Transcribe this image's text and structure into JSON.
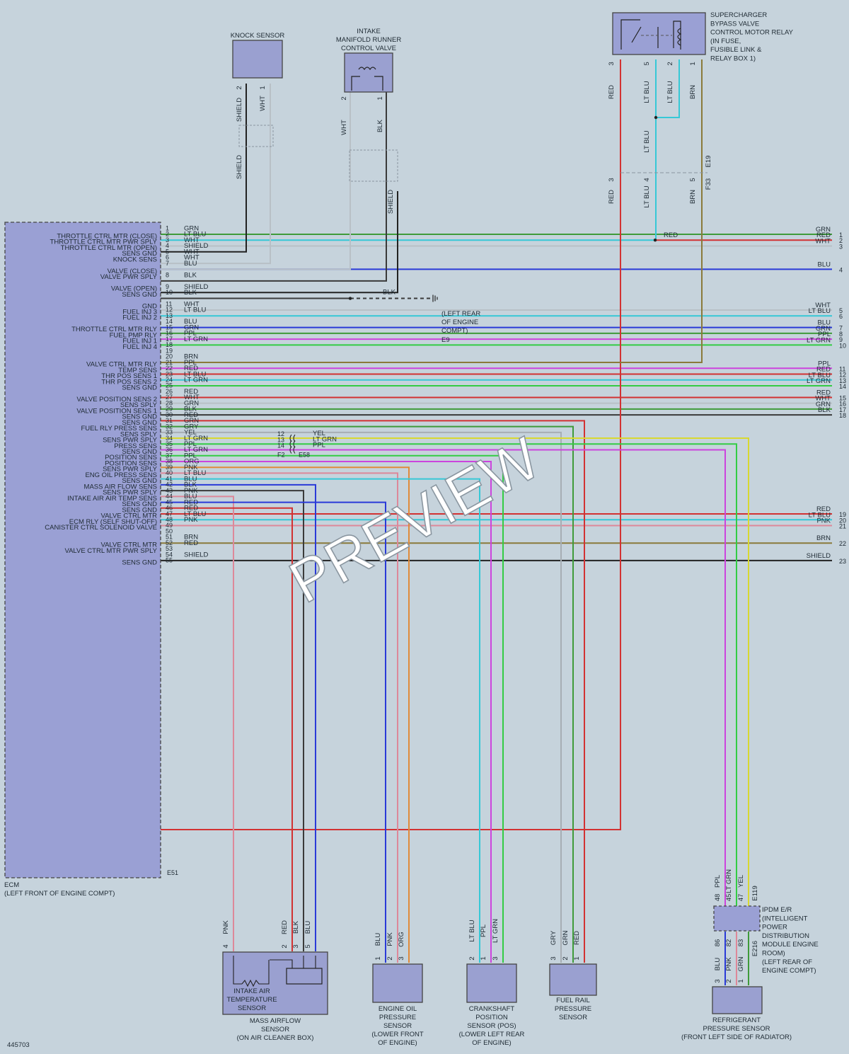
{
  "colors": {
    "GRN": "#3f9b3a",
    "LT BLU": "#36c8d6",
    "WHT": "#b8c0c6",
    "SHIELD": "#222222",
    "BLU": "#2a3ad8",
    "BLK": "#3a3a3a",
    "LT GRN": "#33cc44",
    "PPL": "#cc44dd",
    "BRN": "#8a7a3a",
    "RED": "#d23232",
    "GRY": "#a7aeb4",
    "YEL": "#d8d830",
    "ORG": "#e08a3a",
    "PNK": "#dd8899"
  },
  "ecm": {
    "name": "ECM",
    "location": "(LEFT FRONT OF ENGINE COMPT)",
    "connector": "E51",
    "pins": [
      {
        "n": "1",
        "wire": "GRN",
        "sig": "THROTTLE CTRL MTR (CLOSE)"
      },
      {
        "n": "2",
        "wire": "LT BLU",
        "sig": "THROTTLE CTRL MTR PWR SPLY"
      },
      {
        "n": "3",
        "wire": "WHT",
        "sig": "THROTTLE CTRL MTR (OPEN)"
      },
      {
        "n": "4",
        "wire": "SHIELD",
        "sig": "SENS GND"
      },
      {
        "n": "5",
        "wire": "WHT",
        "sig": "KNOCK SENS"
      },
      {
        "n": "6",
        "wire": "WHT",
        "sig": ""
      },
      {
        "n": "7",
        "wire": "BLU",
        "sig": "VALVE (CLOSE)"
      },
      {
        "n": "",
        "wire": "",
        "sig": "VALVE PWR SPLY"
      },
      {
        "n": "8",
        "wire": "BLK",
        "sig": ""
      },
      {
        "n": "",
        "wire": "",
        "sig": "VALVE (OPEN)"
      },
      {
        "n": "9",
        "wire": "SHIELD",
        "sig": "SENS GND"
      },
      {
        "n": "10",
        "wire": "BLK",
        "sig": ""
      },
      {
        "n": "",
        "wire": "",
        "sig": "GND"
      },
      {
        "n": "11",
        "wire": "WHT",
        "sig": "FUEL INJ 3"
      },
      {
        "n": "12",
        "wire": "LT BLU",
        "sig": "FUEL INJ 2"
      },
      {
        "n": "13",
        "wire": "",
        "sig": ""
      },
      {
        "n": "14",
        "wire": "BLU",
        "sig": "THROTTLE CTRL MTR RLY"
      },
      {
        "n": "15",
        "wire": "GRN",
        "sig": "FUEL PMP RLY"
      },
      {
        "n": "16",
        "wire": "PPL",
        "sig": "FUEL INJ 1"
      },
      {
        "n": "17",
        "wire": "LT GRN",
        "sig": "FUEL INJ 4"
      },
      {
        "n": "18",
        "wire": "",
        "sig": ""
      },
      {
        "n": "19",
        "wire": "",
        "sig": ""
      },
      {
        "n": "20",
        "wire": "BRN",
        "sig": "VALVE CTRL MTR RLY"
      },
      {
        "n": "21",
        "wire": "PPL",
        "sig": "TEMP SENS"
      },
      {
        "n": "22",
        "wire": "RED",
        "sig": "THR POS SENS 1"
      },
      {
        "n": "23",
        "wire": "LT BLU",
        "sig": "THR POS SENS 2"
      },
      {
        "n": "24",
        "wire": "LT GRN",
        "sig": "SENS GND"
      },
      {
        "n": "25",
        "wire": "",
        "sig": ""
      },
      {
        "n": "26",
        "wire": "RED",
        "sig": "VALVE POSITION SENS 2"
      },
      {
        "n": "27",
        "wire": "WHT",
        "sig": "SENS SPLY"
      },
      {
        "n": "28",
        "wire": "GRN",
        "sig": "VALVE POSITION SENS 1"
      },
      {
        "n": "29",
        "wire": "BLK",
        "sig": "SENS GND"
      },
      {
        "n": "30",
        "wire": "RED",
        "sig": "SENS GND"
      },
      {
        "n": "31",
        "wire": "GRN",
        "sig": "FUEL RLY PRESS SENS"
      },
      {
        "n": "32",
        "wire": "GRY",
        "sig": "SENS SPLY"
      },
      {
        "n": "33",
        "wire": "YEL",
        "sig": "SENS PWR SPLY"
      },
      {
        "n": "34",
        "wire": "LT GRN",
        "sig": "PRESS SENS"
      },
      {
        "n": "35",
        "wire": "PPL",
        "sig": "SENS GND"
      },
      {
        "n": "36",
        "wire": "LT GRN",
        "sig": "POSITION SENS"
      },
      {
        "n": "37",
        "wire": "PPL",
        "sig": "POSITION SENS"
      },
      {
        "n": "38",
        "wire": "ORG",
        "sig": "SENS PWR SPLY"
      },
      {
        "n": "39",
        "wire": "PNK",
        "sig": "ENG OIL PRESS SENS"
      },
      {
        "n": "40",
        "wire": "LT BLU",
        "sig": "SENS GND"
      },
      {
        "n": "41",
        "wire": "BLU",
        "sig": "MASS AIR FLOW SENS"
      },
      {
        "n": "42",
        "wire": "BLK",
        "sig": "SENS PWR SPLY"
      },
      {
        "n": "43",
        "wire": "PNK",
        "sig": "INTAKE AIR AIR TEMP SENS"
      },
      {
        "n": "44",
        "wire": "BLU",
        "sig": "SENS GND"
      },
      {
        "n": "45",
        "wire": "RED",
        "sig": "SENS GND"
      },
      {
        "n": "46",
        "wire": "RED",
        "sig": "VALVE CTRL MTR"
      },
      {
        "n": "47",
        "wire": "LT BLU",
        "sig": "ECM RLY (SELF SHUT-OFF)"
      },
      {
        "n": "48",
        "wire": "PNK",
        "sig": "CANISTER CTRL SOLENOID VALVE"
      },
      {
        "n": "49",
        "wire": "",
        "sig": ""
      },
      {
        "n": "50",
        "wire": "",
        "sig": ""
      },
      {
        "n": "51",
        "wire": "BRN",
        "sig": "VALVE CTRL MTR"
      },
      {
        "n": "52",
        "wire": "RED",
        "sig": "VALVE CTRL MTR PWR SPLY"
      },
      {
        "n": "53",
        "wire": "",
        "sig": ""
      },
      {
        "n": "54",
        "wire": "SHIELD",
        "sig": "SENS GND"
      },
      {
        "n": "55",
        "wire": "",
        "sig": ""
      }
    ]
  },
  "right_pins": [
    {
      "n": "1",
      "color": "GRN",
      "from": "1"
    },
    {
      "n": "2",
      "color": "RED",
      "from": "2"
    },
    {
      "n": "3",
      "color": "WHT",
      "from": "3"
    },
    {
      "n": "4",
      "color": "BLU",
      "from": "7"
    },
    {
      "n": "5",
      "color": "WHT",
      "from": "11"
    },
    {
      "n": "6",
      "color": "LT BLU",
      "from": "12"
    },
    {
      "n": "7",
      "color": "BLU",
      "from": "14"
    },
    {
      "n": "8",
      "color": "GRN",
      "from": "15"
    },
    {
      "n": "9",
      "color": "PPL",
      "from": "16"
    },
    {
      "n": "10",
      "color": "LT GRN",
      "from": "17"
    },
    {
      "n": "11",
      "color": "PPL",
      "from": "21"
    },
    {
      "n": "12",
      "color": "RED",
      "from": "22"
    },
    {
      "n": "13",
      "color": "LT BLU",
      "from": "23"
    },
    {
      "n": "14",
      "color": "LT GRN",
      "from": "24"
    },
    {
      "n": "15",
      "color": "RED",
      "from": "26"
    },
    {
      "n": "16",
      "color": "WHT",
      "from": "27"
    },
    {
      "n": "17",
      "color": "GRN",
      "from": "28"
    },
    {
      "n": "18",
      "color": "BLK",
      "from": "29"
    },
    {
      "n": "19",
      "color": "RED",
      "from": "46"
    },
    {
      "n": "20",
      "color": "LT BLU",
      "from": "47"
    },
    {
      "n": "21",
      "color": "PNK",
      "from": "48"
    },
    {
      "n": "22",
      "color": "BRN",
      "from": "51"
    },
    {
      "n": "23",
      "color": "SHIELD",
      "from": "54"
    }
  ],
  "labels": {
    "knock_sensor": "KNOCK SENSOR",
    "intake_valve": [
      "INTAKE",
      "MANIFOLD RUNNER",
      "CONTROL VALVE"
    ],
    "supercharger_relay": [
      "SUPERCHARGER",
      "BYPASS VALVE",
      "CONTROL MOTOR RELAY",
      "(IN FUSE,",
      "FUSIBLE LINK &",
      "RELAY BOX 1)"
    ],
    "ground": [
      "(LEFT REAR",
      "OF ENGINE",
      "COMPT)"
    ],
    "ground_id": "E9",
    "ground_wire": "BLK",
    "relay_connectors": [
      "E19",
      "F33"
    ],
    "red_junction": "RED",
    "inline_connectors": [
      "F2",
      "E58"
    ],
    "inline_pins": [
      {
        "n": "12",
        "wire": "YEL"
      },
      {
        "n": "13",
        "wire": "LT GRN"
      },
      {
        "n": "14",
        "wire": "PPL"
      }
    ],
    "maf_inner": [
      "INTAKE AIR",
      "TEMPERATURE",
      "SENSOR"
    ],
    "maf": [
      "MASS AIRFLOW",
      "SENSOR",
      "(ON AIR CLEANER BOX)"
    ],
    "oil": [
      "ENGINE OIL",
      "PRESSURE",
      "SENSOR",
      "(LOWER FRONT",
      "OF ENGINE)"
    ],
    "crank": [
      "CRANKSHAFT",
      "POSITION",
      "SENSOR (POS)",
      "(LOWER LEFT REAR",
      "OF ENGINE)"
    ],
    "fuel": [
      "FUEL RAIL",
      "PRESSURE",
      "SENSOR"
    ],
    "ipdm": [
      "IPDM E/R",
      "(INTELLIGENT",
      "POWER",
      "DISTRIBUTION",
      "MODULE ENGINE",
      "ROOM)",
      "(LEFT REAR OF",
      "ENGINE COMPT)"
    ],
    "ipdm_connectors": [
      "E119",
      "E216"
    ],
    "refrig": [
      "REFRIGERANT",
      "PRESSURE SENSOR",
      "(FRONT LEFT SIDE OF RADIATOR)"
    ],
    "figure_id": "445703",
    "watermark": "PREVIEW"
  },
  "vertical_wire_labels": {
    "knock": [
      {
        "n": "2",
        "wire": "SHIELD"
      },
      {
        "n": "1",
        "wire": "WHT"
      },
      {
        "n": "",
        "wire": "SHIELD"
      }
    ],
    "intake": [
      {
        "n": "2",
        "wire": "WHT"
      },
      {
        "n": "1",
        "wire": "BLK"
      },
      {
        "n": "",
        "wire": "SHIELD"
      }
    ],
    "relay_top": [
      {
        "n": "3",
        "wire": "RED"
      },
      {
        "n": "5",
        "wire": "LT BLU"
      },
      {
        "n": "2",
        "wire": "LT BLU"
      },
      {
        "n": "1",
        "wire": "BRN"
      }
    ],
    "relay_mid": [
      {
        "n": "",
        "wire": "LT BLU"
      }
    ],
    "relay_bottom": [
      {
        "n": "3",
        "wire": "RED"
      },
      {
        "n": "4",
        "wire": "LT BLU"
      },
      {
        "n": "5",
        "wire": "BRN"
      }
    ],
    "maf": [
      {
        "n": "4",
        "wire": "PNK"
      },
      {
        "n": "2",
        "wire": "RED"
      },
      {
        "n": "3",
        "wire": "BLK"
      },
      {
        "n": "5",
        "wire": "BLU"
      }
    ],
    "oil": [
      {
        "n": "1",
        "wire": "BLU"
      },
      {
        "n": "2",
        "wire": "PNK"
      },
      {
        "n": "3",
        "wire": "ORG"
      }
    ],
    "crank": [
      {
        "n": "2",
        "wire": "LT BLU"
      },
      {
        "n": "1",
        "wire": "PPL"
      },
      {
        "n": "3",
        "wire": "LT GRN"
      }
    ],
    "fuel": [
      {
        "n": "3",
        "wire": "GRY"
      },
      {
        "n": "2",
        "wire": "GRN"
      },
      {
        "n": "1",
        "wire": "RED"
      }
    ],
    "ipdm_top": [
      {
        "n": "48",
        "wire": "PPL"
      },
      {
        "n": "45",
        "wire": "LT GRN"
      },
      {
        "n": "47",
        "wire": "YEL"
      }
    ],
    "ipdm_bottom": [
      {
        "n": "86",
        "wire": "BLU"
      },
      {
        "n": "82",
        "wire": "PNK"
      },
      {
        "n": "83",
        "wire": "GRN"
      }
    ],
    "refrig_pins": [
      "3",
      "2",
      "1"
    ]
  }
}
